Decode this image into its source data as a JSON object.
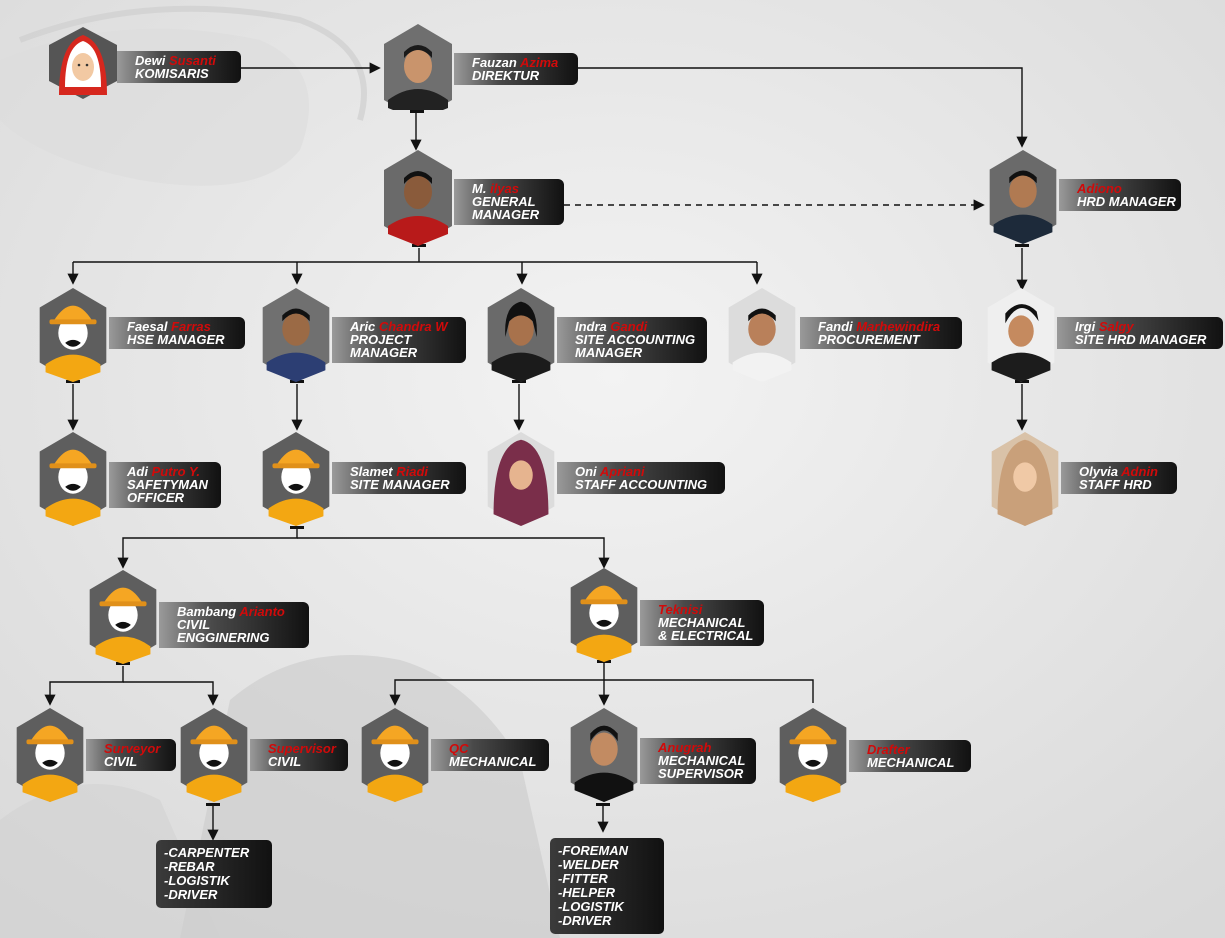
{
  "colors": {
    "accent_red": "#d10a0a",
    "label_dark": "#111111",
    "helmet": "#f5a623",
    "vest": "#f3a712"
  },
  "nodes": {
    "komisaris": {
      "first": "Dewi",
      "last": "Susanti",
      "role": "KOMISARIS",
      "avatar": "woman-hijab-icon"
    },
    "direktur": {
      "first": "Fauzan",
      "last": "Azima",
      "role": "DIREKTUR",
      "avatar": "photo-man"
    },
    "gm": {
      "first": "M.",
      "last": "ilyas",
      "role1": "GENERAL",
      "role2": "MANAGER",
      "avatar": "photo-man"
    },
    "hrd_manager": {
      "first": "",
      "last": "Adiono",
      "role": "HRD MANAGER",
      "avatar": "photo-man"
    },
    "hse": {
      "first": "Faesal",
      "last": "Farras",
      "role": "HSE  MANAGER",
      "avatar": "worker-helmet-icon"
    },
    "pm": {
      "first": "Aric",
      "last": "Chandra W",
      "role1": "PROJECT",
      "role2": "MANAGER",
      "avatar": "photo-man"
    },
    "sam": {
      "first": "Indra",
      "last": "Gandi",
      "role1": "SITE ACCOUNTING",
      "role2": "MANAGER",
      "avatar": "photo-man"
    },
    "proc": {
      "first": "Fandi",
      "last": "Marhewindira",
      "role": "PROCUREMENT",
      "avatar": "photo-man"
    },
    "shrd": {
      "first": "Irgi",
      "last": "Salgy",
      "role": "SITE HRD MANAGER",
      "avatar": "photo-man"
    },
    "safety": {
      "first": "Adi",
      "last": "Putro Y.",
      "role1": "SAFETYMAN",
      "role2": "OFFICER",
      "avatar": "worker-helmet-icon"
    },
    "sm": {
      "first": "Slamet",
      "last": "Riadi",
      "role": "SITE MANAGER",
      "avatar": "worker-helmet-icon"
    },
    "sacc": {
      "first": "Oni",
      "last": "Apriani",
      "role": "STAFF ACCOUNTING",
      "avatar": "photo-woman"
    },
    "shrdstaff": {
      "first": "Olyvia",
      "last": "Adnin",
      "role": "STAFF HRD",
      "avatar": "photo-woman"
    },
    "civil": {
      "first": "Bambang",
      "last": "Arianto",
      "role1": "CIVIL",
      "role2": "ENGGINERING",
      "avatar": "worker-helmet-icon"
    },
    "teknisi": {
      "first": "",
      "last": "Teknisi",
      "role1": "MECHANICAL",
      "role2": "& ELECTRICAL",
      "avatar": "worker-helmet-icon"
    },
    "surveyor": {
      "first": "",
      "last": "Surveyor",
      "role": "CIVIL",
      "avatar": "worker-helmet-icon"
    },
    "supervisor": {
      "first": "",
      "last": "Supervisor",
      "role": "CIVIL",
      "avatar": "worker-helmet-icon"
    },
    "qc": {
      "first": "",
      "last": "QC",
      "role": "MECHANICAL",
      "avatar": "worker-helmet-icon"
    },
    "anugrah": {
      "first": "",
      "last": "Anugrah",
      "role1": "MECHANICAL",
      "role2": "SUPERVISOR",
      "avatar": "photo-man"
    },
    "drafter": {
      "first": "",
      "last": "Drafter",
      "role": "MECHANICAL",
      "avatar": "worker-helmet-icon"
    }
  },
  "lists": {
    "civil_crew": [
      "-CARPENTER",
      "-REBAR",
      "-LOGISTIK",
      "-DRIVER"
    ],
    "mech_crew": [
      "-FOREMAN",
      "-WELDER",
      "-FITTER",
      "-HELPER",
      "-LOGISTIK",
      "-DRIVER"
    ]
  }
}
